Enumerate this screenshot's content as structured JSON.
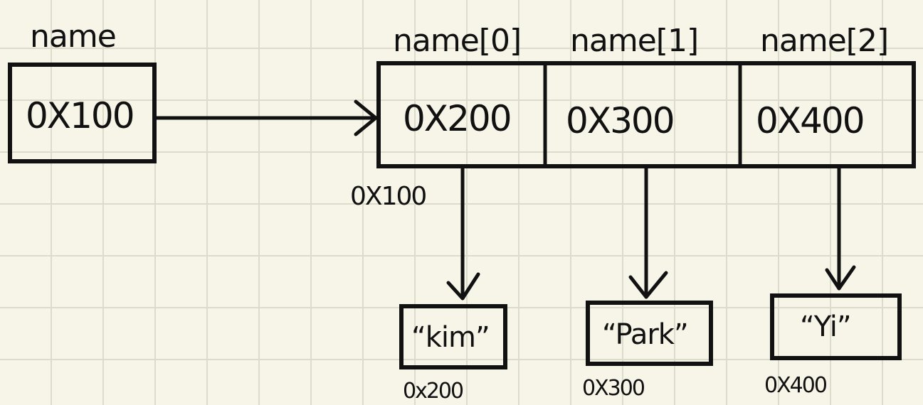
{
  "pointer": {
    "name_label": "name",
    "value": "0X100"
  },
  "array": {
    "address": "0X100",
    "cells": [
      {
        "label": "name[0]",
        "value": "0X200"
      },
      {
        "label": "name[1]",
        "value": "0X300"
      },
      {
        "label": "name[2]",
        "value": "0X400"
      }
    ]
  },
  "strings": [
    {
      "text": "“kim”",
      "address": "0x200"
    },
    {
      "text": "“Park”",
      "address": "0X300"
    },
    {
      "text": "“Yi”",
      "address": "0X400"
    }
  ]
}
